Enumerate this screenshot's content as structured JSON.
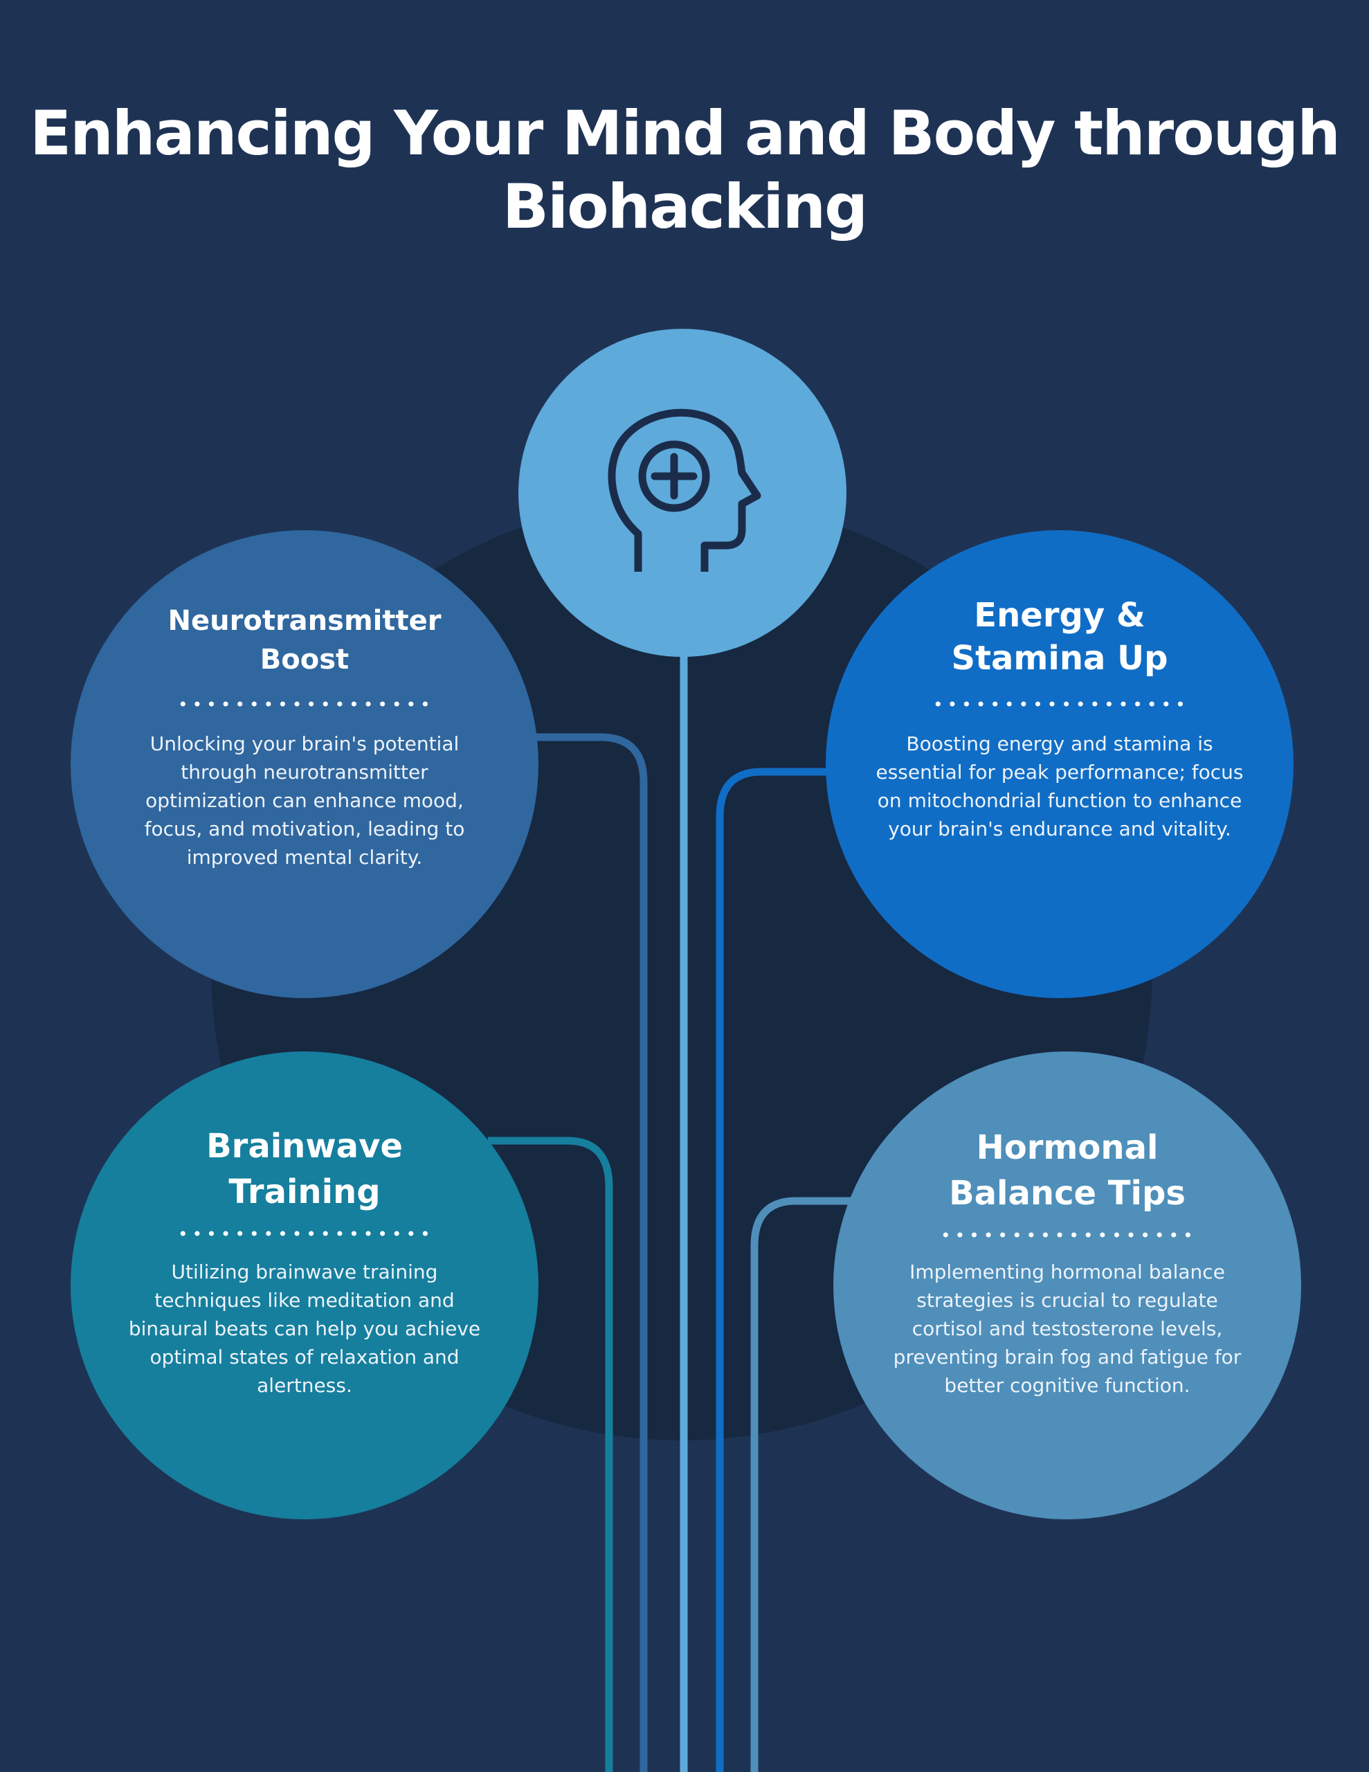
{
  "title": "Enhancing Your Mind and Body through Biohacking",
  "colors": {
    "background": "#1e3354",
    "backdrop": "#172841",
    "center": "#5eaadb",
    "neurotransmitter": "#30679f",
    "energy": "#106dc5",
    "brainwave": "#157f9d",
    "hormonal": "#4f8fba",
    "icon": "#1b2c4a"
  },
  "center_icon": "head-plus-icon",
  "cards": [
    {
      "id": "neurotransmitter",
      "title": "Neurotransmitter Boost",
      "text": "Unlocking your brain's potential through neurotransmitter optimization can enhance mood, focus, and motivation, leading to improved mental clarity."
    },
    {
      "id": "energy",
      "title": "Energy & Stamina Up",
      "text": "Boosting energy and stamina is essential for peak performance; focus on mitochondrial function to enhance your brain's endurance and vitality."
    },
    {
      "id": "brainwave",
      "title": "Brainwave Training",
      "text": "Utilizing brainwave training techniques like meditation and binaural beats can help you achieve optimal states of relaxation and alertness."
    },
    {
      "id": "hormonal",
      "title": "Hormonal Balance Tips",
      "text": "Implementing hormonal balance strategies is crucial to regulate cortisol and testosterone levels, preventing brain fog and fatigue for better cognitive function."
    }
  ]
}
